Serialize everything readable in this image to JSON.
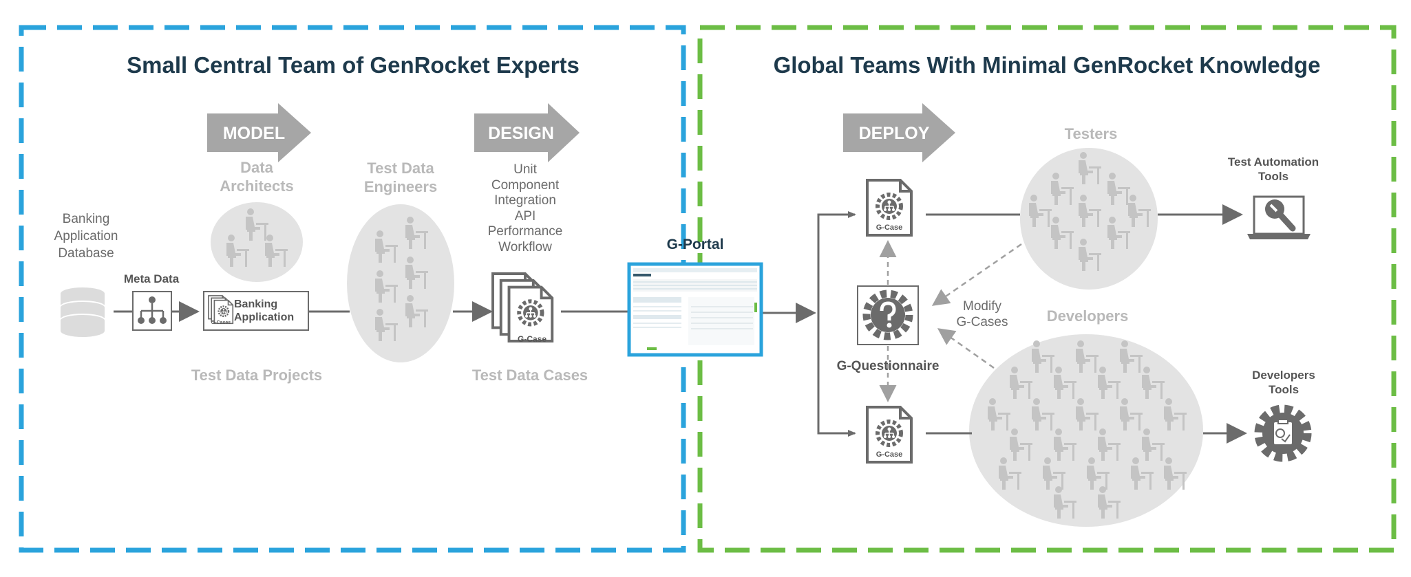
{
  "left_section": {
    "title": "Small Central Team of GenRocket Experts",
    "border_color": "#2aa3dc",
    "model_label": "MODEL",
    "design_label": "DESIGN",
    "data_architects": "Data\nArchitects",
    "test_data_engineers": "Test Data\nEngineers",
    "banking_db": "Banking\nApplication\nDatabase",
    "meta_data": "Meta Data",
    "banking_app": "Banking\nApplication",
    "test_data_projects": "Test Data Projects",
    "test_types": "Unit\nComponent\nIntegration\nAPI\nPerformance\nWorkflow",
    "test_data_cases": "Test Data Cases"
  },
  "right_section": {
    "title": "Global Teams With Minimal GenRocket Knowledge",
    "border_color": "#6cbd45",
    "deploy_label": "DEPLOY",
    "testers": "Testers",
    "test_automation_tools": "Test Automation\nTools",
    "modify_gcases": "Modify\nG-Cases",
    "developers": "Developers",
    "g_questionnaire": "G-Questionnaire",
    "developers_tools": "Developers\nTools",
    "gcase_label": "G-Case"
  },
  "gportal": {
    "title": "G-Portal",
    "border_color": "#2aa3dc"
  },
  "small_labels": {
    "gcases_mini": "G-Cases",
    "gcase_stack": "G-Case"
  },
  "colors": {
    "arrow_fill": "#a6a6a6",
    "cluster_fill": "#e3e3e3",
    "person_fill": "#c4c4c4",
    "icon_dark": "#6b6b6b",
    "heading": "#1e3a4c"
  }
}
